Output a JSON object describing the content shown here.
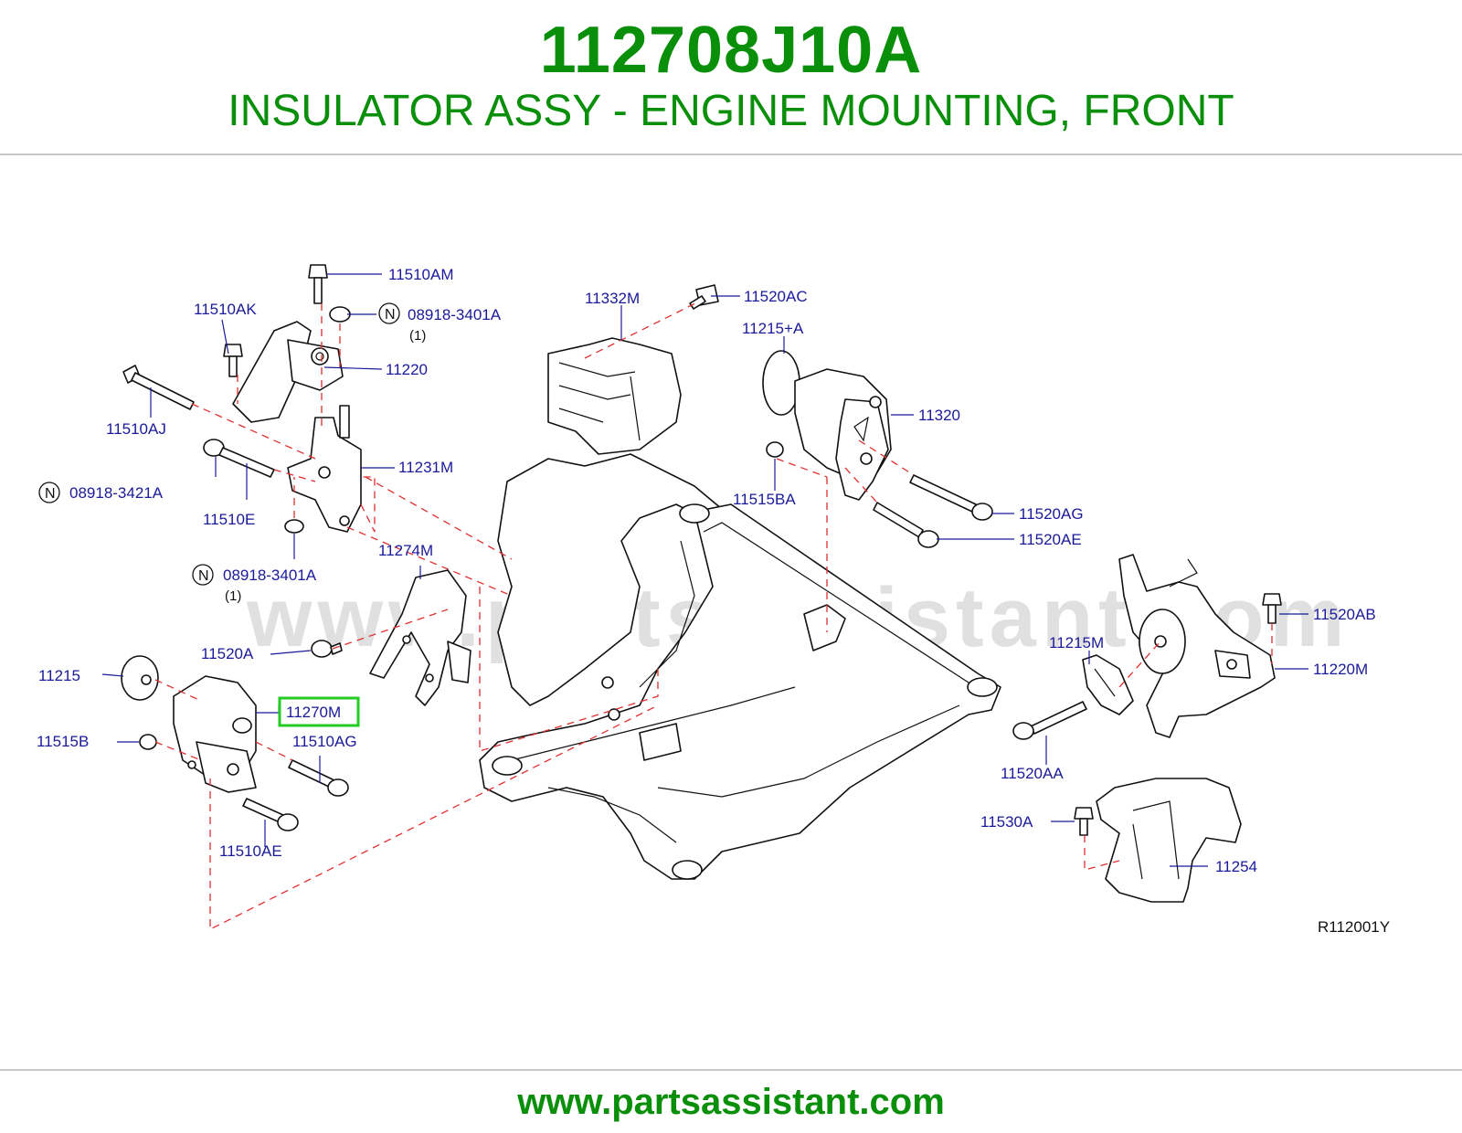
{
  "header": {
    "part_number": "112708J10A",
    "description": "INSULATOR ASSY - ENGINE MOUNTING, FRONT"
  },
  "diagram": {
    "reference_code": "R112001Y",
    "watermark": "www.partsassistant.com",
    "highlighted_callout": "11270M",
    "note_symbol": "N",
    "callouts": {
      "c11510AM": "11510AM",
      "c11510AK": "11510AK",
      "c08918_3401A_top": "08918-3401A",
      "qty_top": "(1)",
      "c11220": "11220",
      "c11510AJ": "11510AJ",
      "c11231M": "11231M",
      "c08918_3421A": "08918-3421A",
      "c11510E": "11510E",
      "c08918_3401A_bottom": "08918-3401A",
      "qty_bottom": "(1)",
      "c11274M": "11274M",
      "c11520A": "11520A",
      "c11215": "11215",
      "c11270M": "11270M",
      "c11515B": "11515B",
      "c11510AG": "11510AG",
      "c11510AE": "11510AE",
      "c11332M": "11332M",
      "c11520AC": "11520AC",
      "c11215A": "11215+A",
      "c11320": "11320",
      "c11515BA": "11515BA",
      "c11520AG": "11520AG",
      "c11520AE": "11520AE",
      "c11520AB": "11520AB",
      "c11215M": "11215M",
      "c11220M": "11220M",
      "c11520AA": "11520AA",
      "c11530A": "11530A",
      "c11254": "11254"
    }
  },
  "footer": {
    "url": "www.partsassistant.com"
  },
  "colors": {
    "title_green": "#0a8f0a",
    "callout_blue": "#1a1a9a",
    "dash_red": "#e03030",
    "highlight_green": "#22cc22"
  }
}
